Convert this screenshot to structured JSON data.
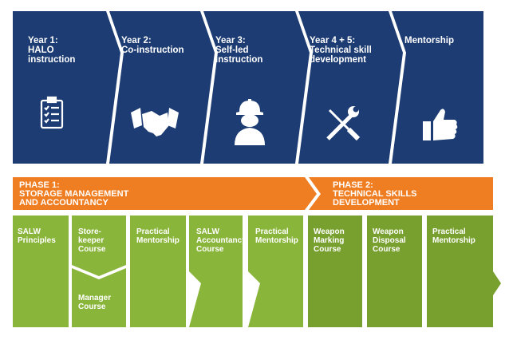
{
  "colors": {
    "navy": "#1c3c73",
    "orange": "#ef7d22",
    "green": "#8ab53b",
    "green_dark": "#78a02e",
    "icon": "#ffffff"
  },
  "years": [
    {
      "label": "Year 1:\nHALO\ninstruction",
      "icon": "clipboard-checklist-icon"
    },
    {
      "label": "Year 2:\nCo-instruction",
      "icon": "handshake-icon"
    },
    {
      "label": "Year 3:\nSelf-led\ninstruction",
      "icon": "worker-hardhat-icon"
    },
    {
      "label": "Year 4 + 5:\nTechnical skill\ndevelopment",
      "icon": "wrench-screwdriver-icon"
    },
    {
      "label": "Mentorship",
      "icon": "thumbs-up-icon"
    }
  ],
  "phases": [
    {
      "label": "PHASE 1:\nSTORAGE MANAGEMENT\nAND ACCOUNTANCY"
    },
    {
      "label": "PHASE 2:\nTECHNICAL SKILLS\nDEVELOPMENT"
    }
  ],
  "courses": [
    {
      "label": "SALW\nPrinciples"
    },
    {
      "label": "Store-\nkeeper\nCourse"
    },
    {
      "label": "Manager\nCourse"
    },
    {
      "label": "Practical\nMentorship"
    },
    {
      "label": "SALW\nAccountancy\nCourse"
    },
    {
      "label": "Practical\nMentorship"
    },
    {
      "label": "Weapon\nMarking\nCourse"
    },
    {
      "label": "Weapon\nDisposal\nCourse"
    },
    {
      "label": "Practical\nMentorship"
    }
  ]
}
